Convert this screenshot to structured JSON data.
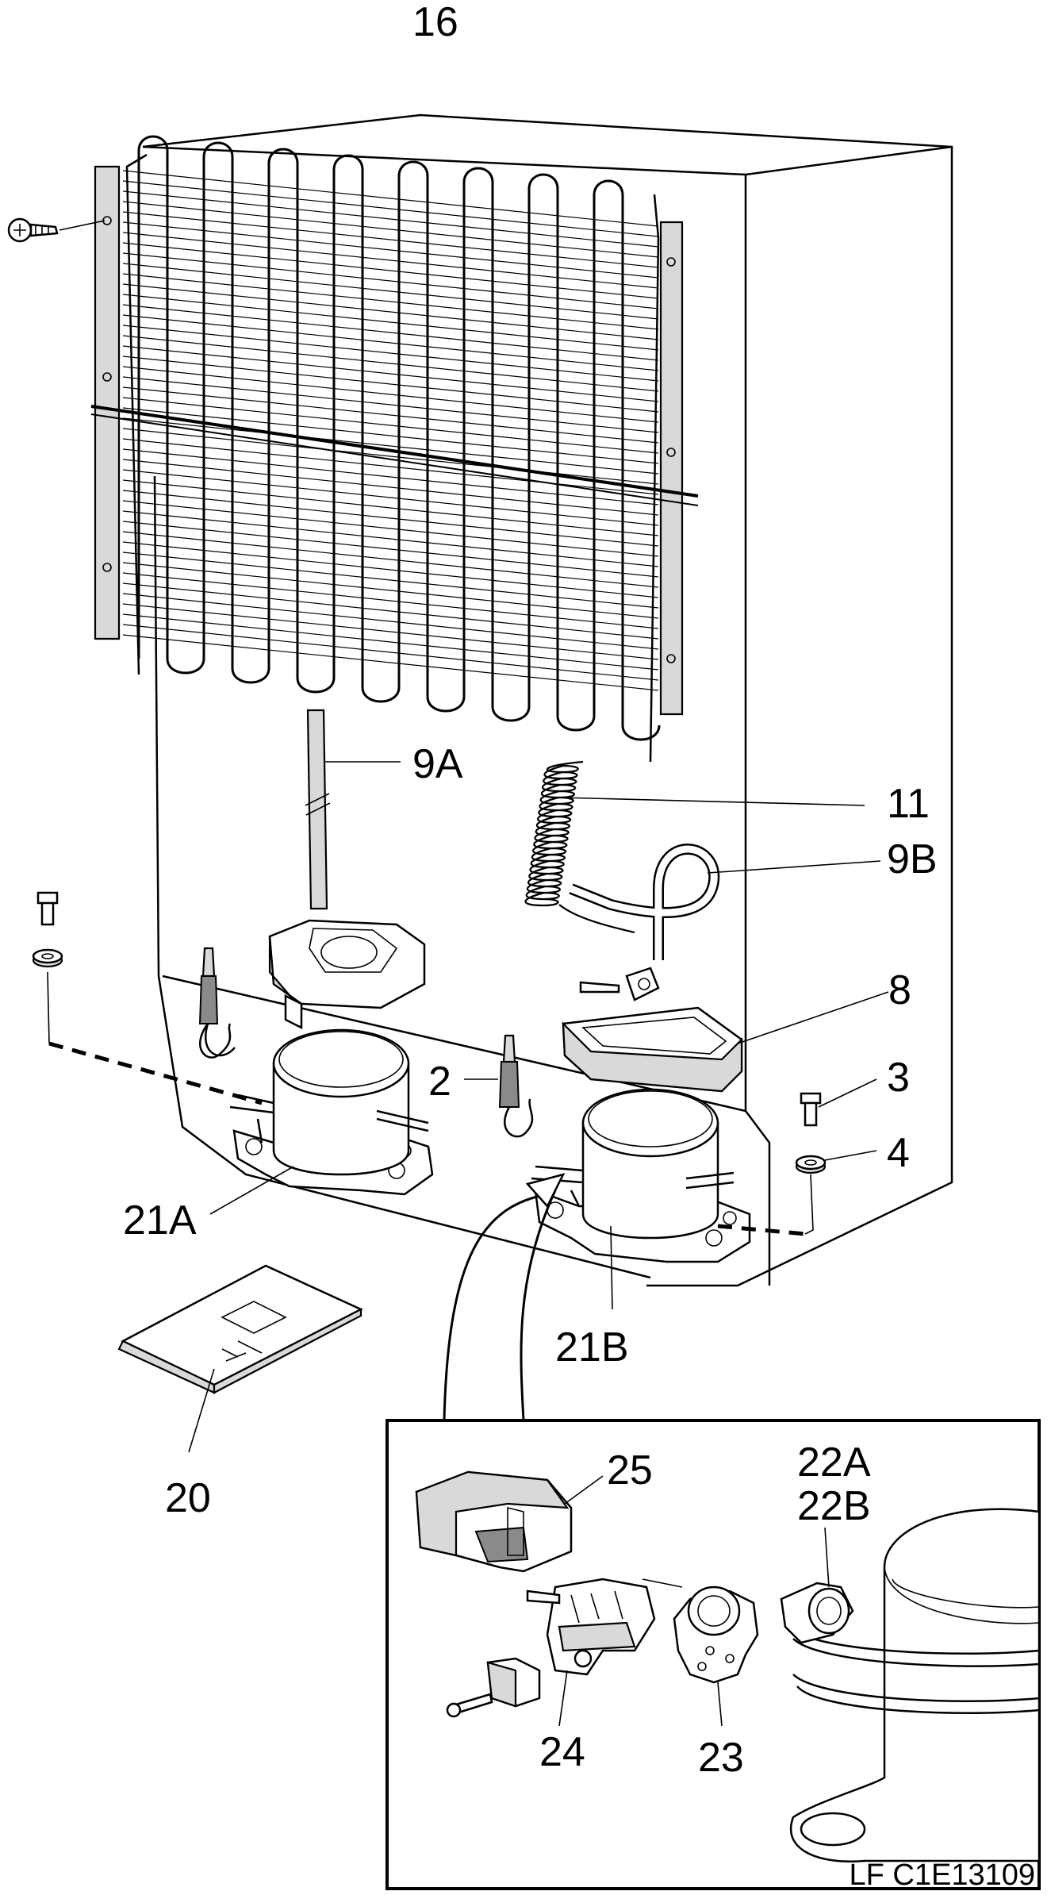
{
  "callouts": {
    "c16": "16",
    "c9a": "9A",
    "c11": "11",
    "c9b": "9B",
    "c8": "8",
    "c2": "2",
    "c3": "3",
    "c4": "4",
    "c21a": "21A",
    "c21b": "21B",
    "c20": "20",
    "c25": "25",
    "c22a": "22A",
    "c22b": "22B",
    "c24": "24",
    "c23": "23"
  },
  "reference_code": "LF C1E13109"
}
